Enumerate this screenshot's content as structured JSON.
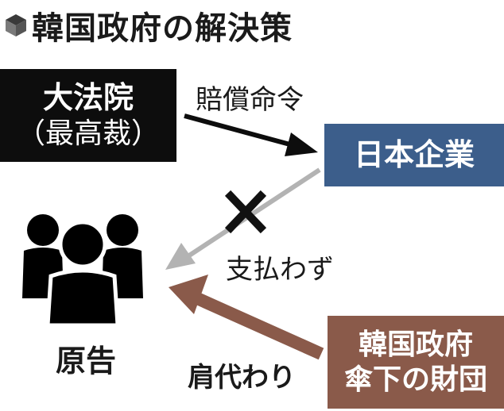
{
  "title": {
    "text": "韓国政府の解決策",
    "icon": "cube-icon"
  },
  "nodes": {
    "court": {
      "line1": "大法院",
      "line2": "（最高裁）",
      "color": "#0d0d0d"
    },
    "company": {
      "label": "日本企業",
      "color": "#3c5e8b"
    },
    "foundation": {
      "line1": "韓国政府",
      "line2": "傘下の財団",
      "color": "#8a5a4a"
    },
    "plaintiff": {
      "label": "原告",
      "icon": "people-group-icon"
    }
  },
  "edges": {
    "order": {
      "label": "賠償命令",
      "color": "#0d0d0d"
    },
    "no_payment": {
      "label": "支払わず",
      "mark": "cross-mark-icon",
      "color": "#b3b3b3"
    },
    "proxy": {
      "label": "肩代わり",
      "color": "#8a5a4a"
    }
  }
}
